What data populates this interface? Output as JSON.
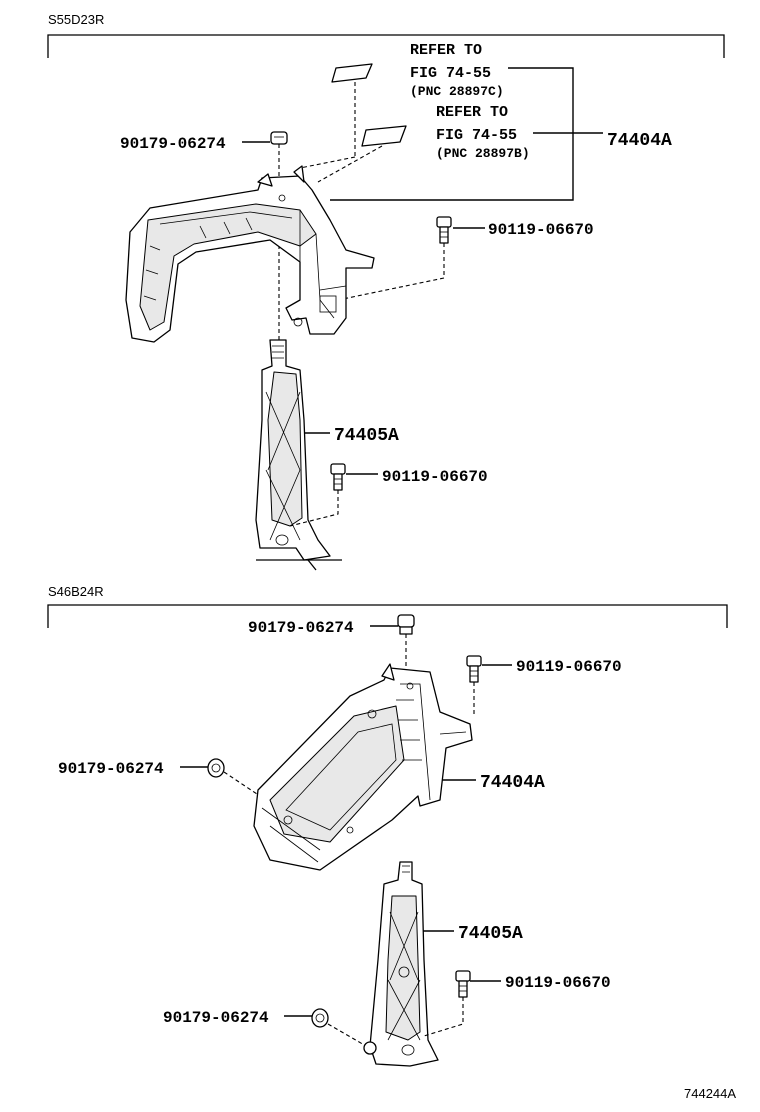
{
  "sections": [
    {
      "label": "S55D23R",
      "refer_1": {
        "line1": "REFER TO",
        "line2": "FIG 74-55",
        "line3": "(PNC 28897C)"
      },
      "refer_2": {
        "line1": "REFER TO",
        "line2": "FIG 74-55",
        "line3": "(PNC 28897B)"
      },
      "parts": {
        "nut_top": "90179-06274",
        "bracket": "74404A",
        "bolt_right": "90119-06670",
        "stay": "74405A",
        "bolt_stay": "90119-06670"
      }
    },
    {
      "label": "S46B24R",
      "parts": {
        "nut_top": "90179-06274",
        "bolt_top": "90119-06670",
        "nut_left": "90179-06274",
        "bracket": "74404A",
        "stay": "74405A",
        "bolt_stay": "90119-06670",
        "nut_bottom": "90179-06274"
      }
    }
  ],
  "figure_id": "744244A"
}
